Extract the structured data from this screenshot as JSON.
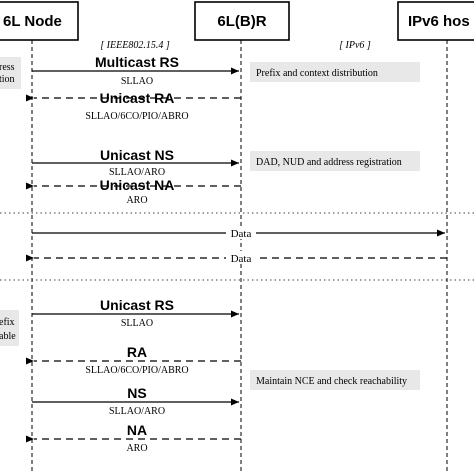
{
  "participants": {
    "node": "6L Node",
    "router": "6L(B)R",
    "host": "IPv6 hos"
  },
  "protocols": {
    "left": "[ IEEE802.15.4 ]",
    "right": "[ IPv6 ]"
  },
  "left_notes": {
    "top_line1": "ress",
    "top_line2": "tion",
    "bottom_line1": "efix",
    "bottom_line2": "able"
  },
  "messages": [
    {
      "label": "Multicast RS",
      "sub": "SLLAO"
    },
    {
      "label": "Unicast RA",
      "sub": "SLLAO/6CO/PIO/ABRO"
    },
    {
      "label": "Unicast NS",
      "sub": "SLLAO/ARO"
    },
    {
      "label": "Unicast NA",
      "sub": "ARO"
    },
    {
      "label": "Unicast RS",
      "sub": "SLLAO"
    },
    {
      "label": "RA",
      "sub": "SLLAO/6CO/PIO/ABRO"
    },
    {
      "label": "NS",
      "sub": "SLLAO/ARO"
    },
    {
      "label": "NA",
      "sub": "ARO"
    }
  ],
  "notes": {
    "prefix": "Prefix and context distribution",
    "dad": "DAD, NUD and address registration",
    "nce": "Maintain NCE and check reachability"
  },
  "data_messages": {
    "forward": "Data",
    "backward": "Data"
  }
}
